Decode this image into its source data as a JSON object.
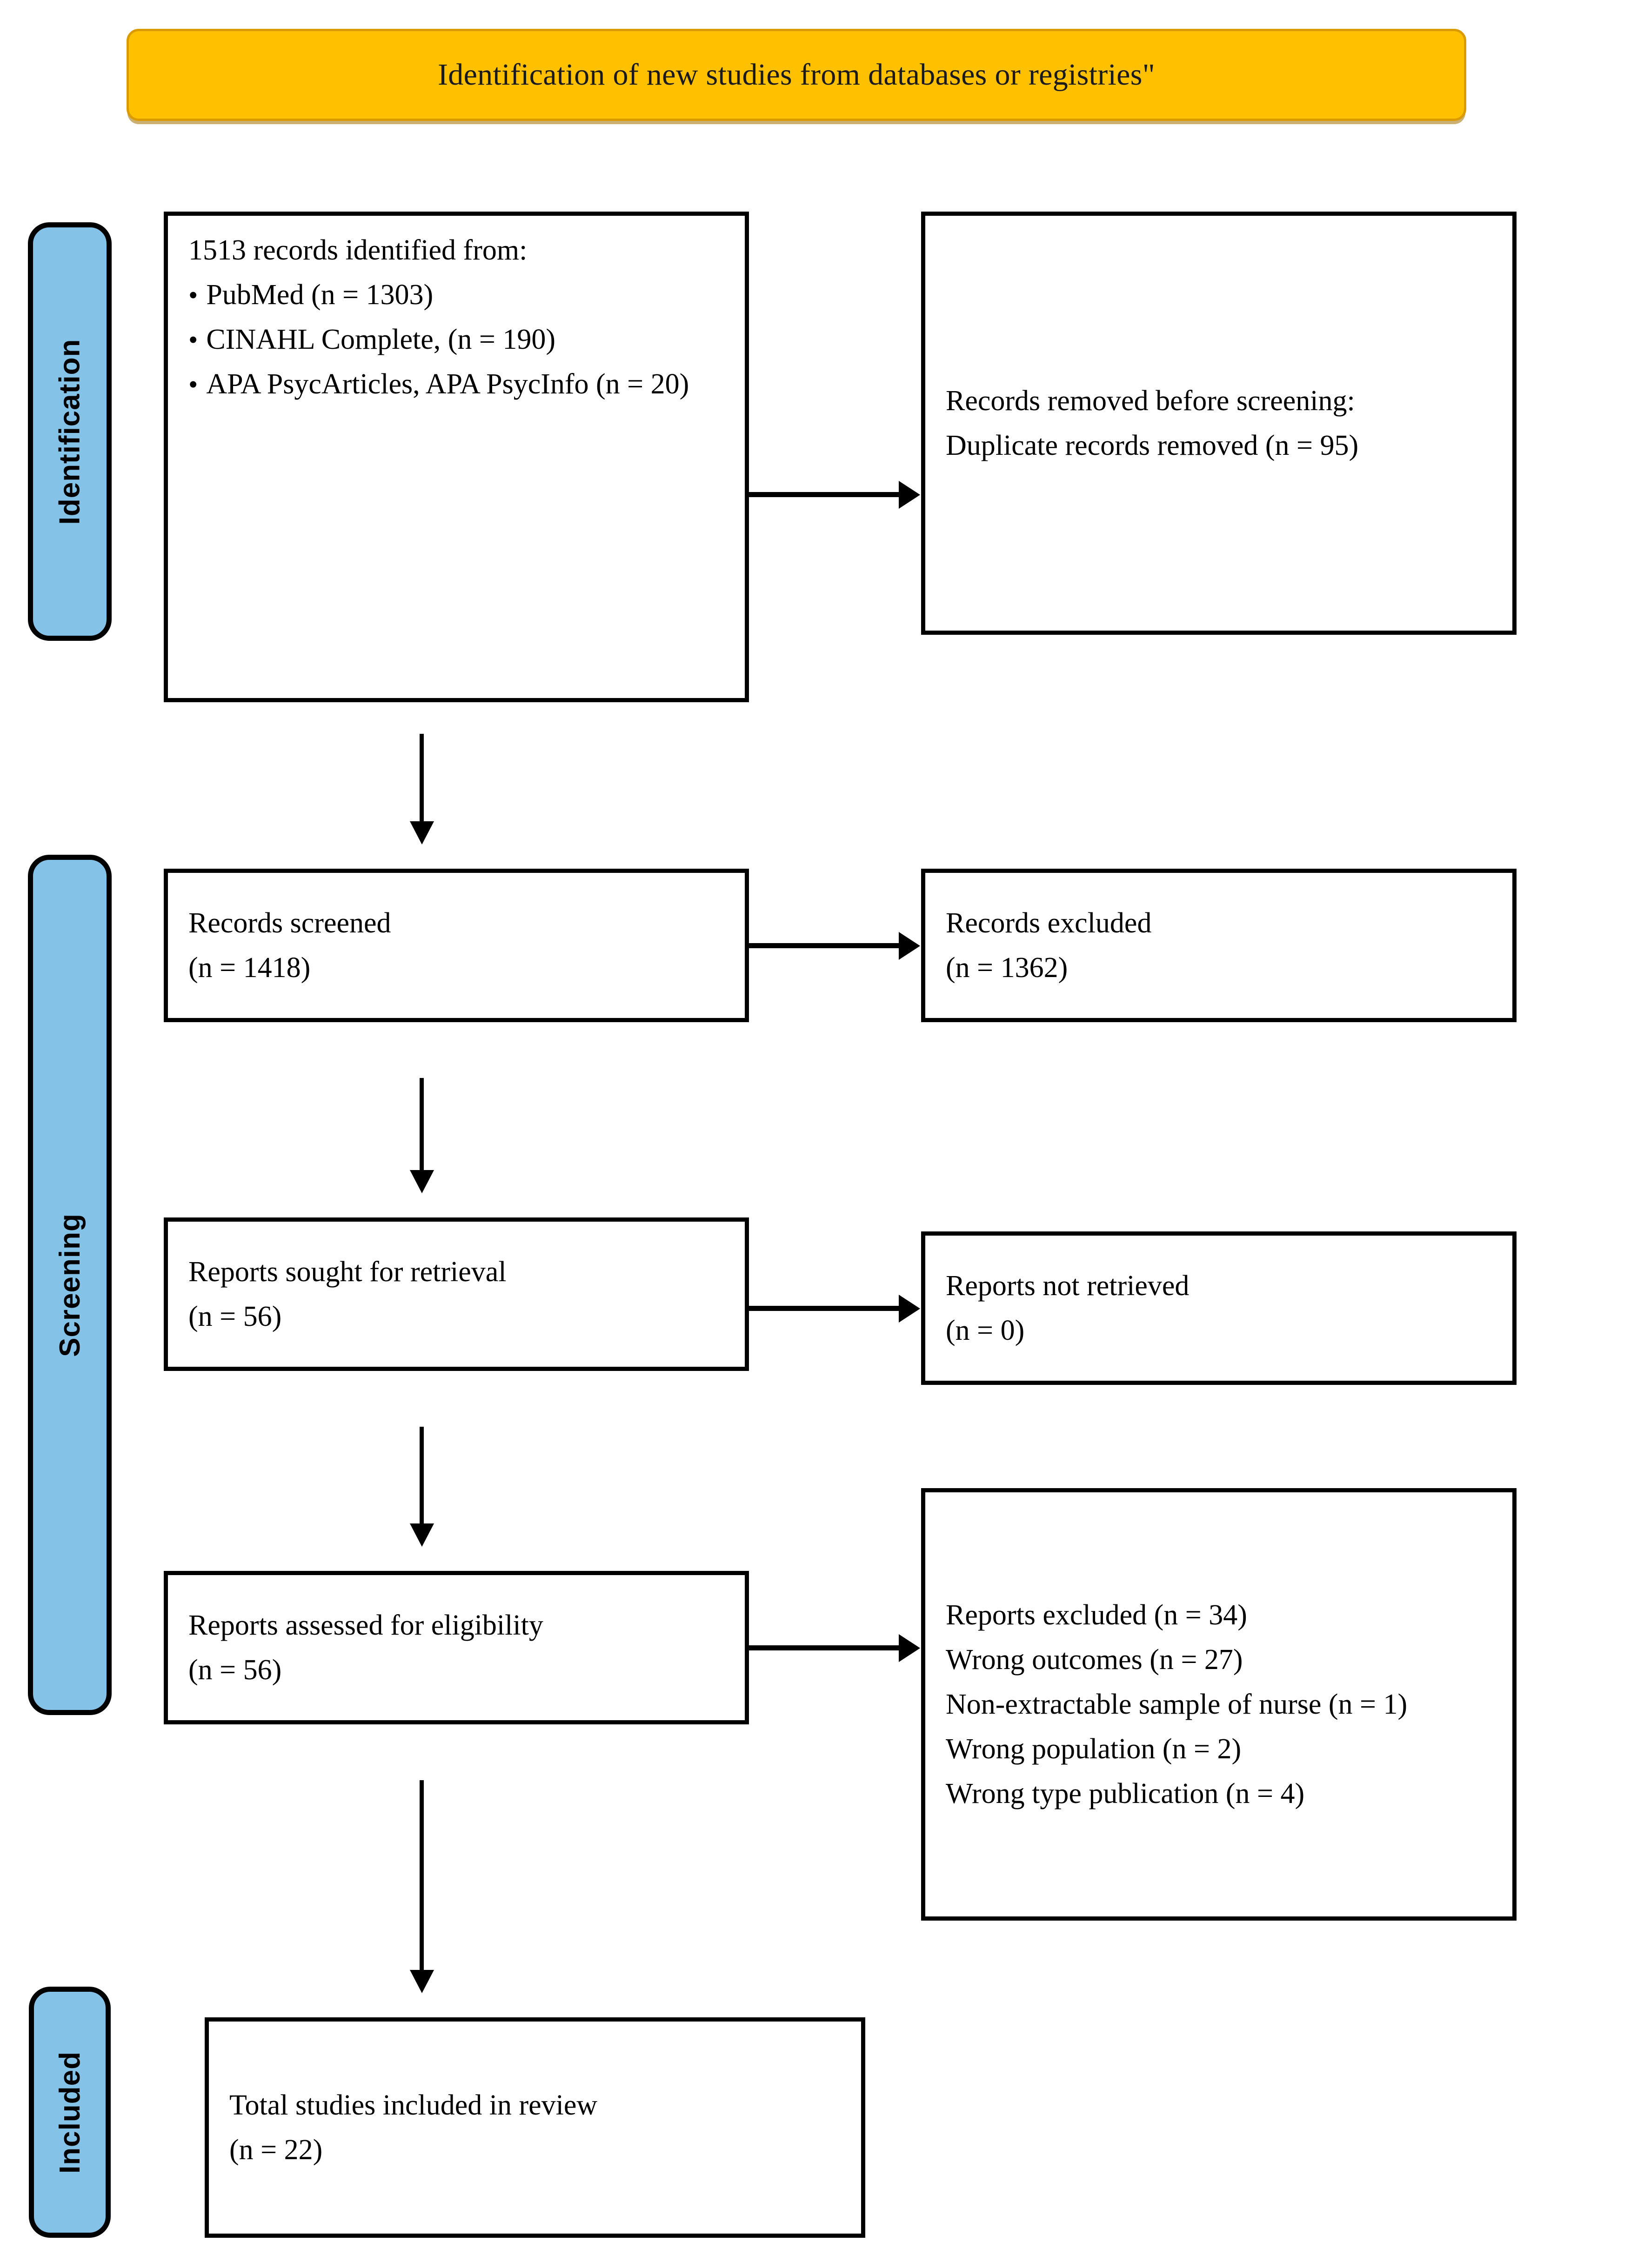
{
  "header": {
    "title": "Identification of new studies from databases or registries\""
  },
  "colors": {
    "banner_fill": "#FFC000",
    "banner_border": "#D99B00",
    "stage_fill": "#85C2E8",
    "box_border": "#000000",
    "text": "#000000"
  },
  "stages": [
    {
      "id": "identification",
      "label": "Identification"
    },
    {
      "id": "screening",
      "label": "Screening"
    },
    {
      "id": "included",
      "label": "Included"
    }
  ],
  "boxes": {
    "identified": {
      "heading": "1513 records identified from:",
      "sources": [
        "PubMed (n = 1303)",
        "CINAHL Complete, (n = 190)",
        "APA PsycArticles, APA PsycInfo (n = 20)"
      ]
    },
    "removed": {
      "line1": "Records removed before screening:",
      "line2": "Duplicate records removed (n = 95)"
    },
    "screened": {
      "line1": "Records screened",
      "line2": "(n = 1418)"
    },
    "excluded": {
      "line1": "Records excluded",
      "line2": "(n = 1362)"
    },
    "sought": {
      "line1": "Reports sought for retrieval",
      "line2": "(n = 56)"
    },
    "not_retrieved": {
      "line1": "Reports not retrieved",
      "line2": "(n = 0)"
    },
    "assessed": {
      "line1": "Reports assessed for eligibility",
      "line2": "(n = 56)"
    },
    "reports_excluded": {
      "reasons": [
        "Reports excluded (n = 34)",
        "Wrong outcomes (n = 27)",
        "Non-extractable sample of nurse (n = 1)",
        "Wrong population (n = 2)",
        "Wrong type publication (n = 4)"
      ]
    },
    "total": {
      "line1": "Total studies included in review",
      "line2": "(n = 22)"
    }
  },
  "arrows": [
    {
      "id": "identified-to-removed",
      "direction": "right"
    },
    {
      "id": "screened-to-excluded",
      "direction": "right"
    },
    {
      "id": "sought-to-not-retrieved",
      "direction": "right"
    },
    {
      "id": "assessed-to-reports-excluded",
      "direction": "right"
    },
    {
      "id": "identified-to-screened",
      "direction": "down"
    },
    {
      "id": "screened-to-sought",
      "direction": "down"
    },
    {
      "id": "sought-to-assessed",
      "direction": "down"
    },
    {
      "id": "assessed-to-total",
      "direction": "down"
    }
  ]
}
